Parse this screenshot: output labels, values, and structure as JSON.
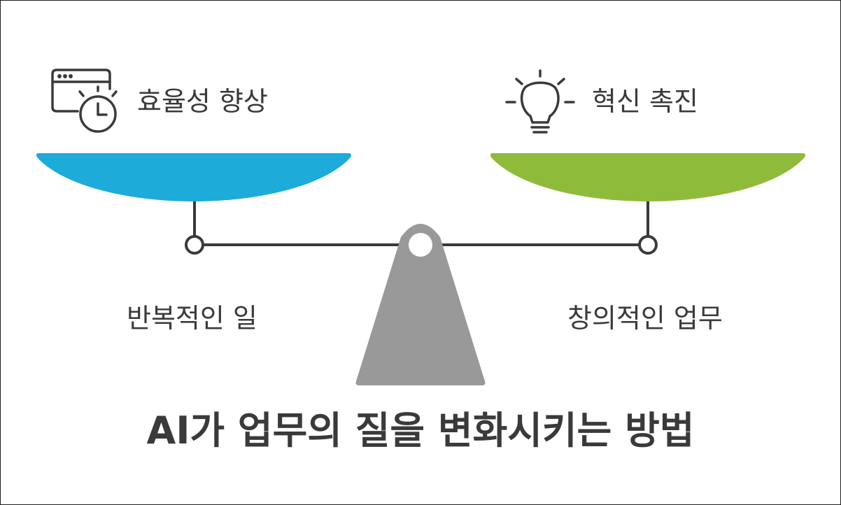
{
  "left": {
    "top_label": "효율성 향상",
    "bottom_label": "반복적인 일",
    "pan_color": "#1DABDA",
    "icon": "browser-clock-icon"
  },
  "right": {
    "top_label": "혁신 촉진",
    "bottom_label": "창의적인 업무",
    "pan_color": "#8FBB3B",
    "icon": "lightbulb-icon"
  },
  "title": "AI가 업무의 질을 변화시키는 방법",
  "colors": {
    "text": "#3A3A3A",
    "fulcrum": "#999999",
    "line": "#3A3A3A"
  }
}
